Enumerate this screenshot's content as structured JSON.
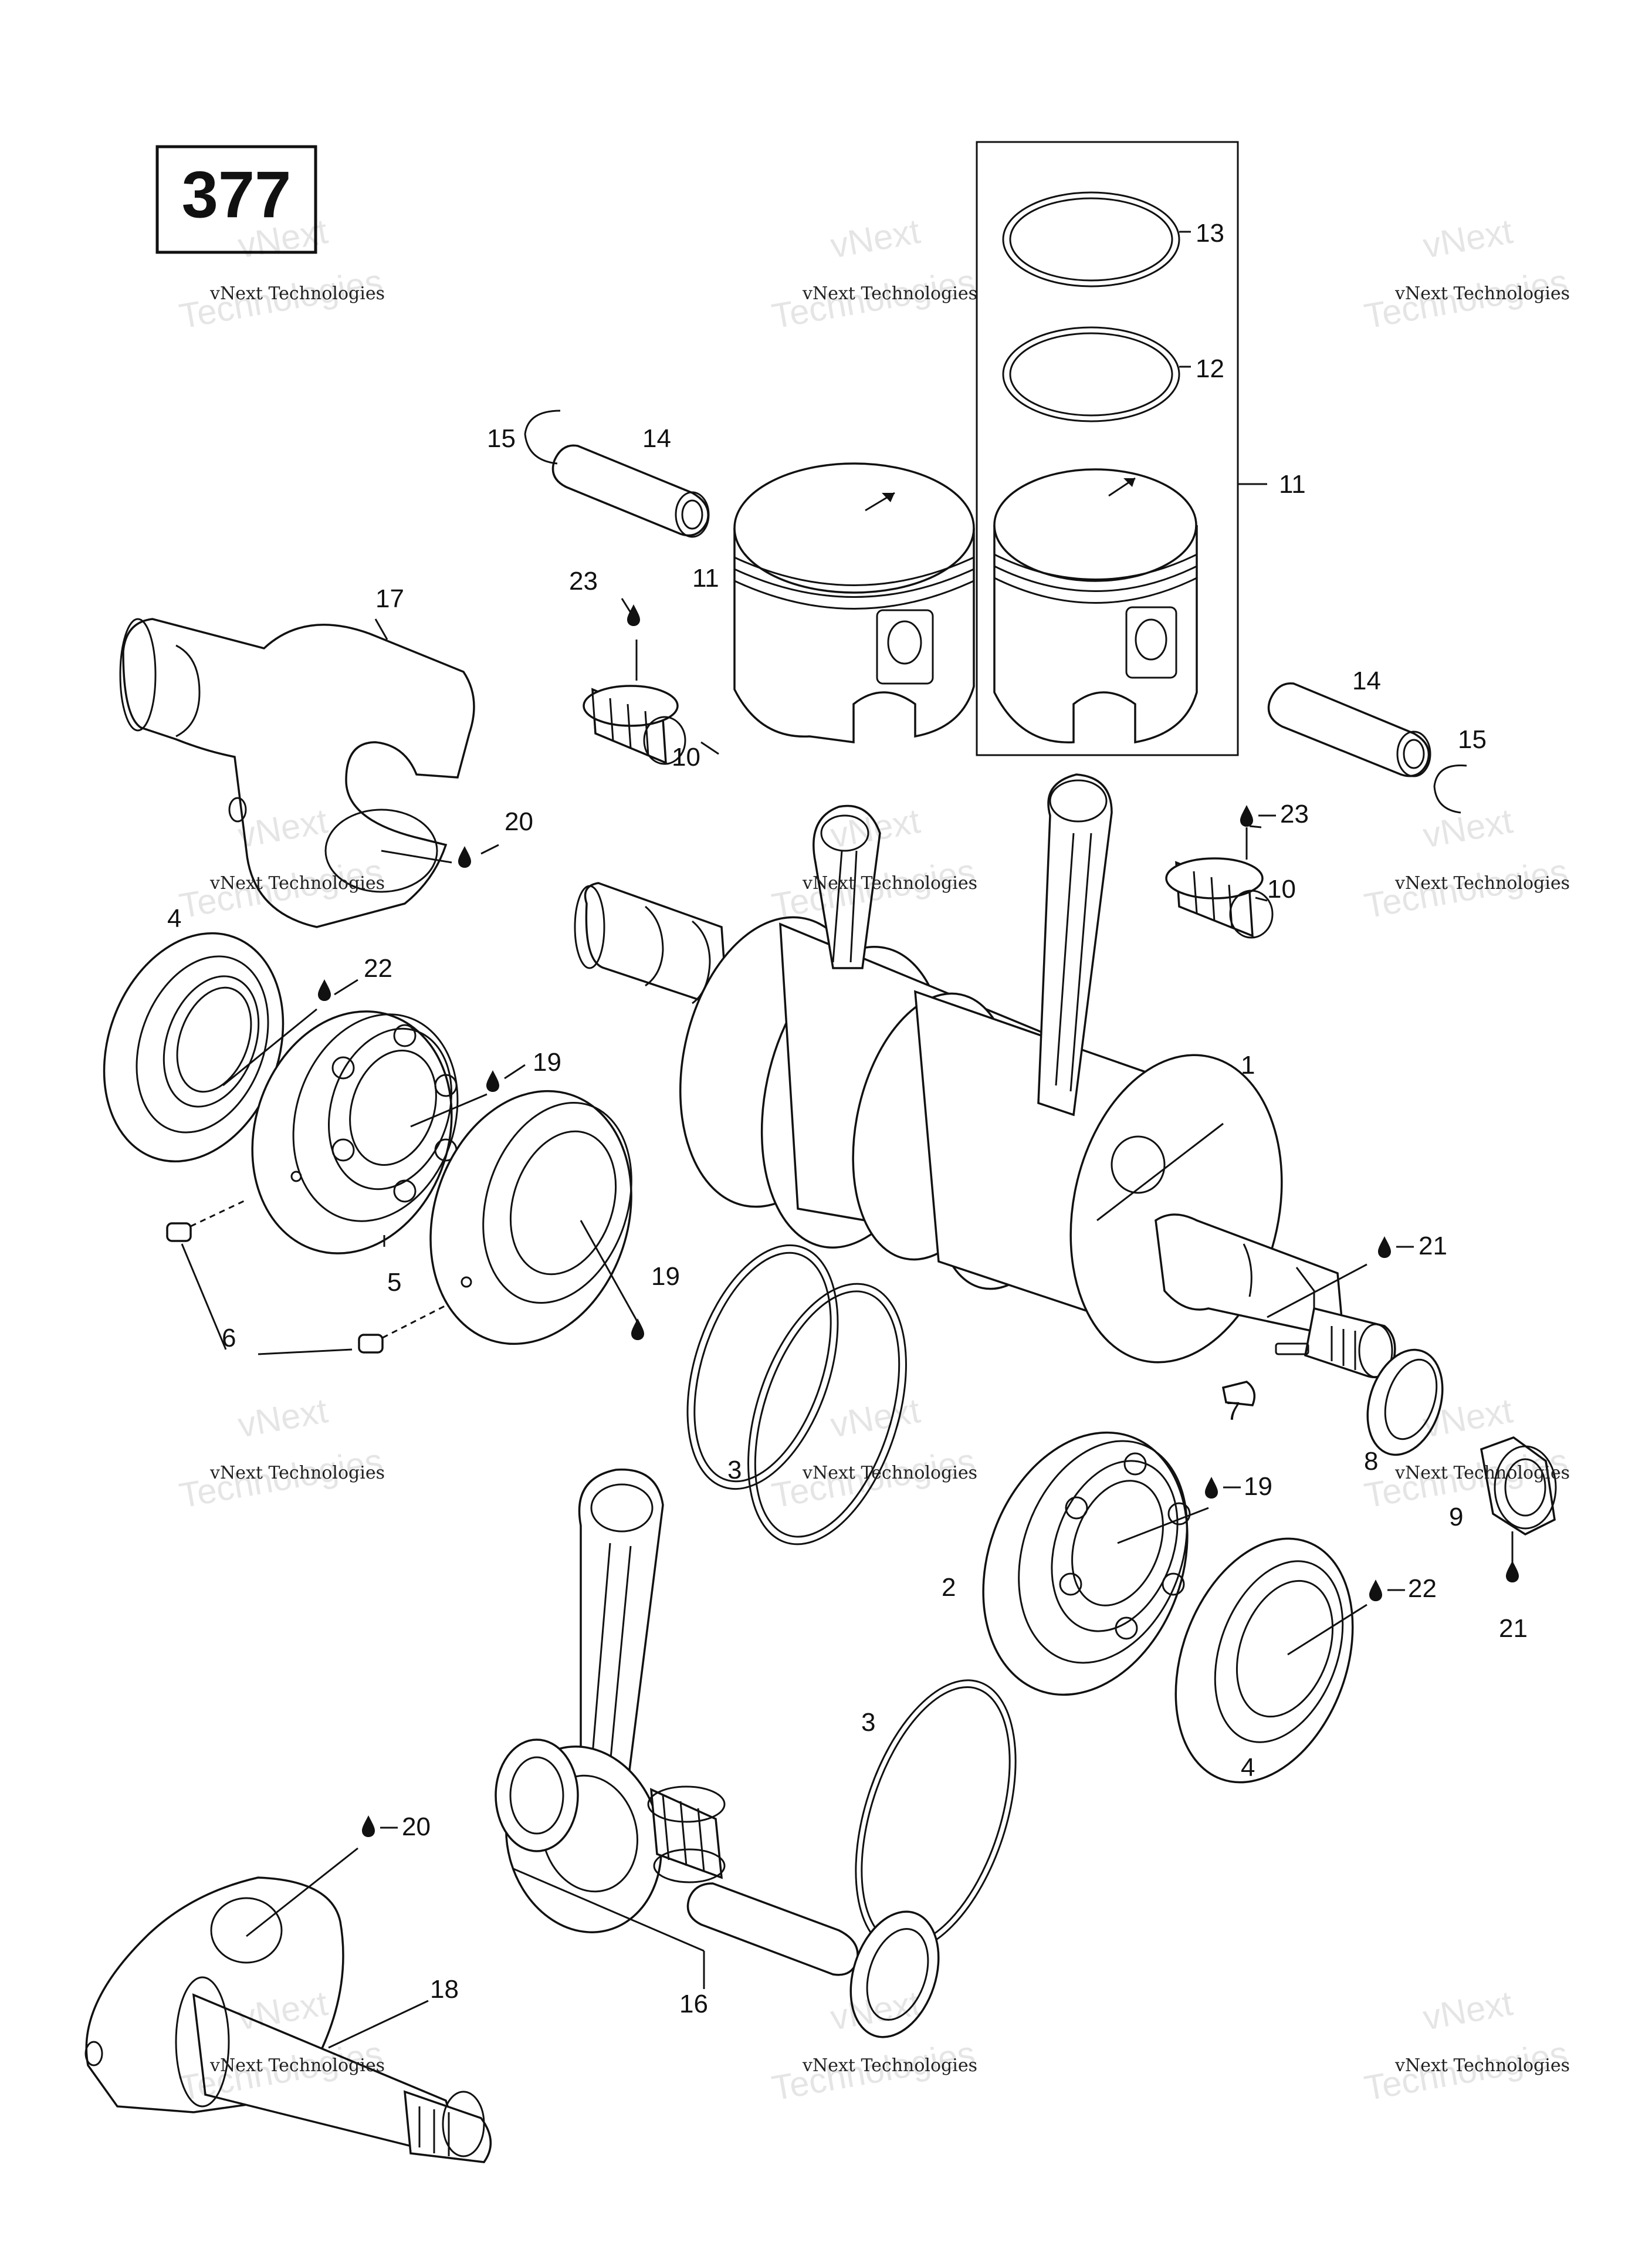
{
  "diagram": {
    "page_number": "377",
    "watermark": {
      "line1": "vNext",
      "line2": "vNext Technologies",
      "line3": "Technologies"
    },
    "callouts": [
      {
        "id": "c13",
        "text": "13"
      },
      {
        "id": "c12",
        "text": "12"
      },
      {
        "id": "c11a",
        "text": "11"
      },
      {
        "id": "c15a",
        "text": "15"
      },
      {
        "id": "c14a",
        "text": "14"
      },
      {
        "id": "c11b",
        "text": "11"
      },
      {
        "id": "c23a",
        "text": "23"
      },
      {
        "id": "c10a",
        "text": "10"
      },
      {
        "id": "c17",
        "text": "17"
      },
      {
        "id": "c20a",
        "text": "20"
      },
      {
        "id": "c14b",
        "text": "14"
      },
      {
        "id": "c15b",
        "text": "15"
      },
      {
        "id": "c23b",
        "text": "23"
      },
      {
        "id": "c10b",
        "text": "10"
      },
      {
        "id": "c4a",
        "text": "4"
      },
      {
        "id": "c22a",
        "text": "22"
      },
      {
        "id": "c19a",
        "text": "19"
      },
      {
        "id": "c1",
        "text": "1"
      },
      {
        "id": "c21a",
        "text": "21"
      },
      {
        "id": "c5",
        "text": "5"
      },
      {
        "id": "c19b",
        "text": "19"
      },
      {
        "id": "c6",
        "text": "6"
      },
      {
        "id": "c3a",
        "text": "3"
      },
      {
        "id": "c7",
        "text": "7"
      },
      {
        "id": "c8",
        "text": "8"
      },
      {
        "id": "c9",
        "text": "9"
      },
      {
        "id": "c19c",
        "text": "19"
      },
      {
        "id": "c2",
        "text": "2"
      },
      {
        "id": "c22b",
        "text": "22"
      },
      {
        "id": "c21b",
        "text": "21"
      },
      {
        "id": "c3b",
        "text": "3"
      },
      {
        "id": "c4b",
        "text": "4"
      },
      {
        "id": "c20b",
        "text": "20"
      },
      {
        "id": "c18",
        "text": "18"
      },
      {
        "id": "c16",
        "text": "16"
      }
    ]
  }
}
